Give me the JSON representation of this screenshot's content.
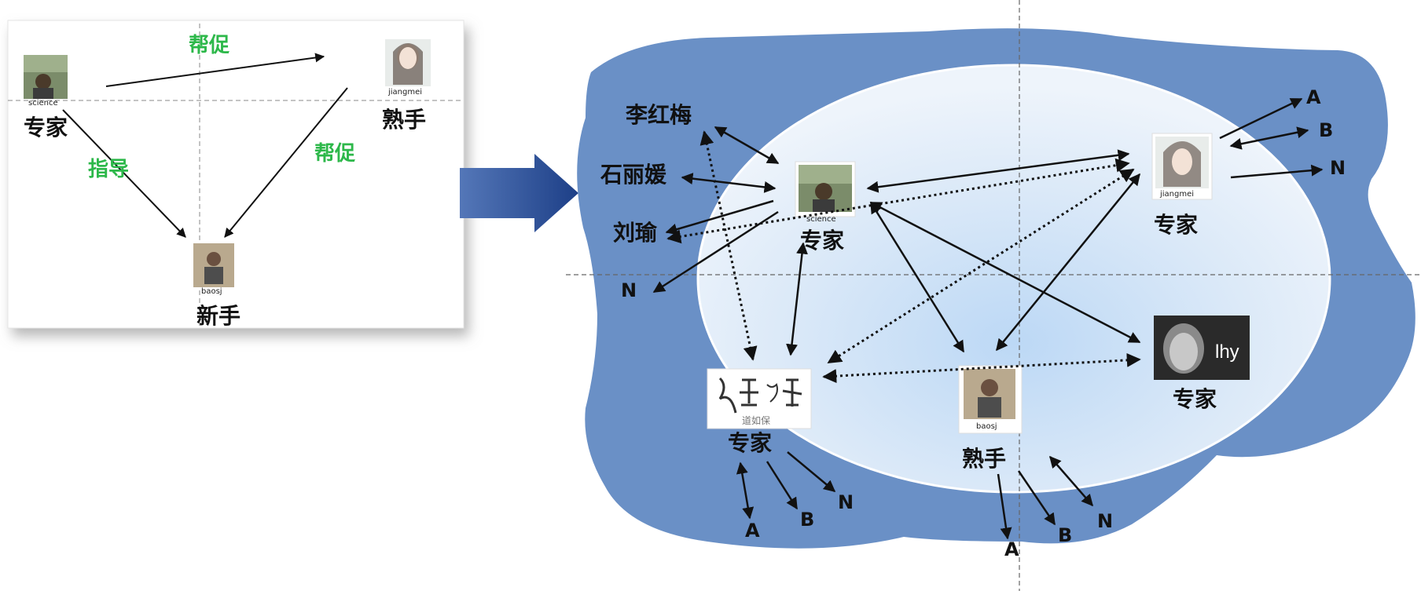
{
  "left_panel": {
    "nodes": {
      "expert": {
        "photo_caption": "science",
        "label": "专家"
      },
      "skilled": {
        "photo_caption": "jiangmei",
        "label": "熟手"
      },
      "novice": {
        "photo_caption": "baosj",
        "label": "新手"
      }
    },
    "edge_labels": {
      "expert_to_skilled": "帮促",
      "skilled_to_novice": "帮促",
      "expert_to_novice": "指导"
    }
  },
  "right_panel": {
    "outside_names": [
      "李红梅",
      "石丽媛",
      "刘瑜",
      "N"
    ],
    "nodes": {
      "center_expert": {
        "photo_caption": "science",
        "label": "专家"
      },
      "right_expert": {
        "photo_caption": "jiangmei",
        "label": "专家",
        "links": [
          "A",
          "B",
          "N"
        ]
      },
      "lhy_expert": {
        "photo_text": "lhy",
        "label": "专家"
      },
      "calligraphy_expert": {
        "photo_caption": "道如保",
        "label": "专家",
        "links": [
          "A",
          "B",
          "N"
        ]
      },
      "skilled": {
        "photo_caption": "baosj",
        "label": "熟手",
        "links": [
          "A",
          "B",
          "N"
        ]
      }
    }
  },
  "colors": {
    "green_label": "#2db84a",
    "outer_blob": "#5b84c0",
    "inner_ellipse": "#d6e6f8",
    "arrow": "#1b4f9c"
  }
}
